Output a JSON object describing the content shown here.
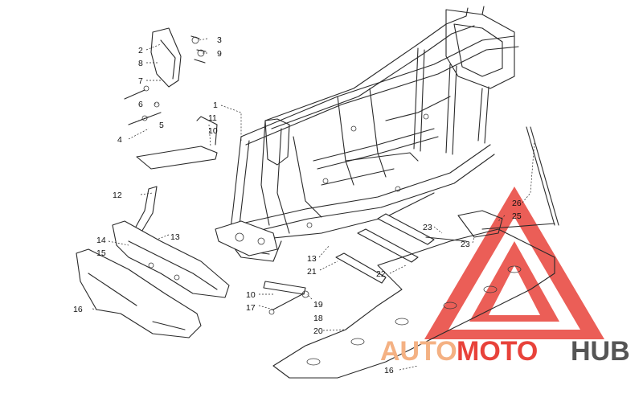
{
  "diagram": {
    "callouts": [
      {
        "id": "c2",
        "text": "2"
      },
      {
        "id": "c8",
        "text": "8"
      },
      {
        "id": "c7",
        "text": "7"
      },
      {
        "id": "c6",
        "text": "6"
      },
      {
        "id": "c5",
        "text": "5"
      },
      {
        "id": "c4",
        "text": "4"
      },
      {
        "id": "c3",
        "text": "3"
      },
      {
        "id": "c9",
        "text": "9"
      },
      {
        "id": "c1",
        "text": "1"
      },
      {
        "id": "c11",
        "text": "11"
      },
      {
        "id": "c10a",
        "text": "10"
      },
      {
        "id": "c12",
        "text": "12"
      },
      {
        "id": "c13a",
        "text": "13"
      },
      {
        "id": "c14",
        "text": "14"
      },
      {
        "id": "c15",
        "text": "15"
      },
      {
        "id": "c16a",
        "text": "16"
      },
      {
        "id": "c10b",
        "text": "10"
      },
      {
        "id": "c17",
        "text": "17"
      },
      {
        "id": "c19",
        "text": "19"
      },
      {
        "id": "c18",
        "text": "18"
      },
      {
        "id": "c20",
        "text": "20"
      },
      {
        "id": "c13b",
        "text": "13"
      },
      {
        "id": "c21",
        "text": "21"
      },
      {
        "id": "c22",
        "text": "22"
      },
      {
        "id": "c23a",
        "text": "23"
      },
      {
        "id": "c23b",
        "text": "23"
      },
      {
        "id": "c26",
        "text": "26"
      },
      {
        "id": "c25",
        "text": "25"
      },
      {
        "id": "c16b",
        "text": "16"
      }
    ]
  },
  "watermark": {
    "auto": "AUTO",
    "moto": "MOTO",
    "hub": "HUB",
    "colors": {
      "auto": "#f4b183",
      "moto": "#e8423a",
      "hub": "#555555",
      "triangle": "#e8423a"
    }
  }
}
